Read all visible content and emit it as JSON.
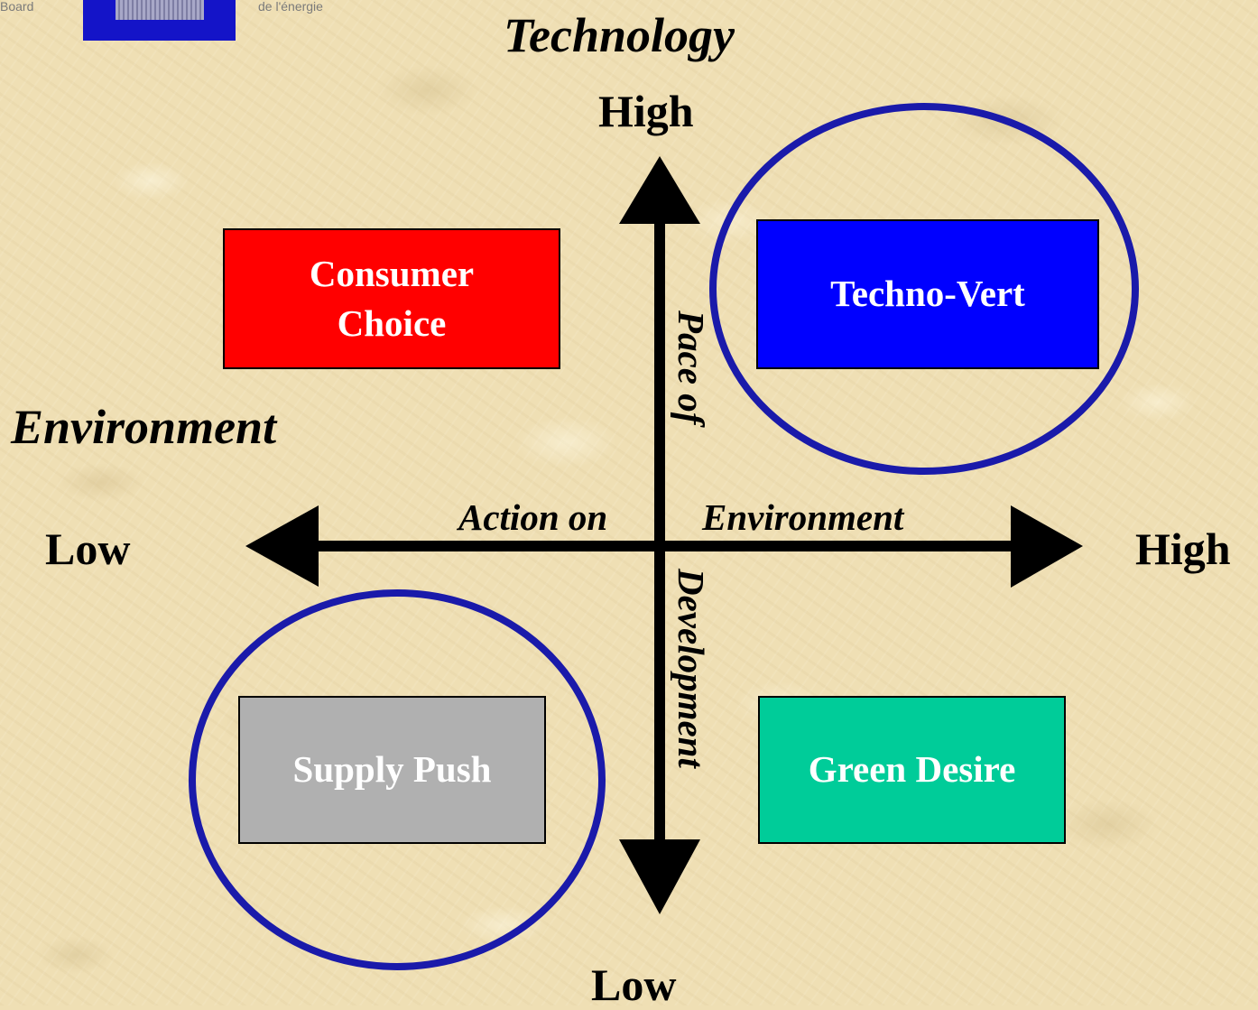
{
  "logo": {
    "left_text": "Board",
    "right_text": "de l'énergie",
    "color": "#1414c8"
  },
  "axes": {
    "vertical": {
      "title": "Technology",
      "high_label": "High",
      "low_label": "Low",
      "caption_upper": "Pace of",
      "caption_lower": "Development"
    },
    "horizontal": {
      "title": "Environment",
      "low_label": "Low",
      "high_label": "High",
      "caption_left": "Action on",
      "caption_right": "Environment"
    }
  },
  "quadrants": [
    {
      "id": "consumer-choice",
      "label": "Consumer Choice",
      "lines": [
        "Consumer",
        "Choice"
      ],
      "color": "#ff0000",
      "quadrant": "low environment / high technology",
      "circled": false
    },
    {
      "id": "techno-vert",
      "label": "Techno-Vert",
      "lines": [
        "Techno-Vert"
      ],
      "color": "#0000ff",
      "quadrant": "high environment / high technology",
      "circled": true
    },
    {
      "id": "supply-push",
      "label": "Supply Push",
      "lines": [
        "Supply Push"
      ],
      "color": "#b0b0b0",
      "quadrant": "low environment / low technology",
      "circled": true
    },
    {
      "id": "green-desire",
      "label": "Green Desire",
      "lines": [
        "Green Desire"
      ],
      "color": "#00cc99",
      "quadrant": "high environment / low technology",
      "circled": false
    }
  ],
  "colors": {
    "background": "#efdfb4",
    "circle": "#1a1aaa",
    "axis": "#000000"
  }
}
